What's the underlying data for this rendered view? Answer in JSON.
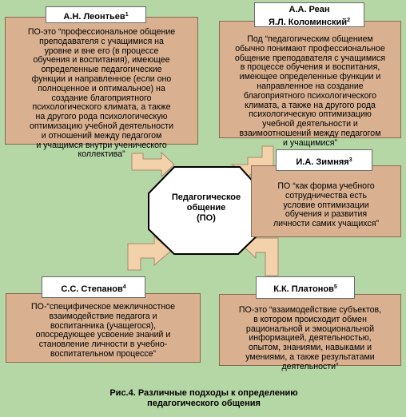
{
  "diagram": {
    "center": {
      "lines": [
        "Педагогическое",
        "общение",
        "(ПО)"
      ]
    },
    "sources": [
      {
        "author": "А.Н. Леонтьев",
        "note": "1",
        "lines": [
          "ПО-это “профессиональное общение",
          "преподавателя с учащимися на",
          "уровне и вне его (в процессе",
          "обучения и воспитания), имеющее",
          "определенные педагогические",
          "функции и направленное (если оно",
          "полноценное и оптимальное) на",
          "создание благоприятного",
          "психологического климата, а также",
          "на другого рода психологическую",
          "оптимизацию учебной деятельности",
          "и отношений между педагогом",
          "и учащимся внутри ученического",
          "коллектива”"
        ]
      },
      {
        "author_lines": [
          "А.А. Реан",
          "Я.Л. Коломинский"
        ],
        "note": "2",
        "lines": [
          "Под “педагогическим общением",
          "обычно понимают профессиональное",
          "общение преподавателя с учащимися",
          "в процессе обучения и воспитания,",
          "имеющее определенные функции и",
          "направленное на создание",
          "благоприятного психологического",
          "климата, а также на другого рода",
          "психологическую оптимизацию",
          "учебной деятельности и",
          "взаимоотношений между педагогом",
          "и учащимися”"
        ]
      },
      {
        "author": "И.А. Зимняя",
        "note": "3",
        "lines": [
          "ПО “как форма учебного",
          "сотрудничества есть",
          "условие оптимизации",
          "обучения и развития",
          "личности самих учащихся”"
        ]
      },
      {
        "author": "С.С. Степанов",
        "note": "4",
        "lines": [
          "ПО-“специфическое межличностное",
          "взаимодействие педагога и",
          "воспитанника (учащегося),",
          "опосредующее усвоение знаний и",
          "становление личности в учебно-",
          "воспитательном процессе”"
        ]
      },
      {
        "author": "К.К. Платонов",
        "note": "5",
        "lines": [
          "ПО-это “взаимодействие субъектов,",
          "в котором происходит обмен",
          "рациональной и эмоциональной",
          "информацией, деятельностью,",
          "опытом, знаниями, навыками и",
          "умениями, а также результатами",
          "деятельности”"
        ]
      }
    ],
    "caption": {
      "lines": [
        "Рис.4. Различные подходы к определению",
        "педагогического общения"
      ]
    }
  }
}
